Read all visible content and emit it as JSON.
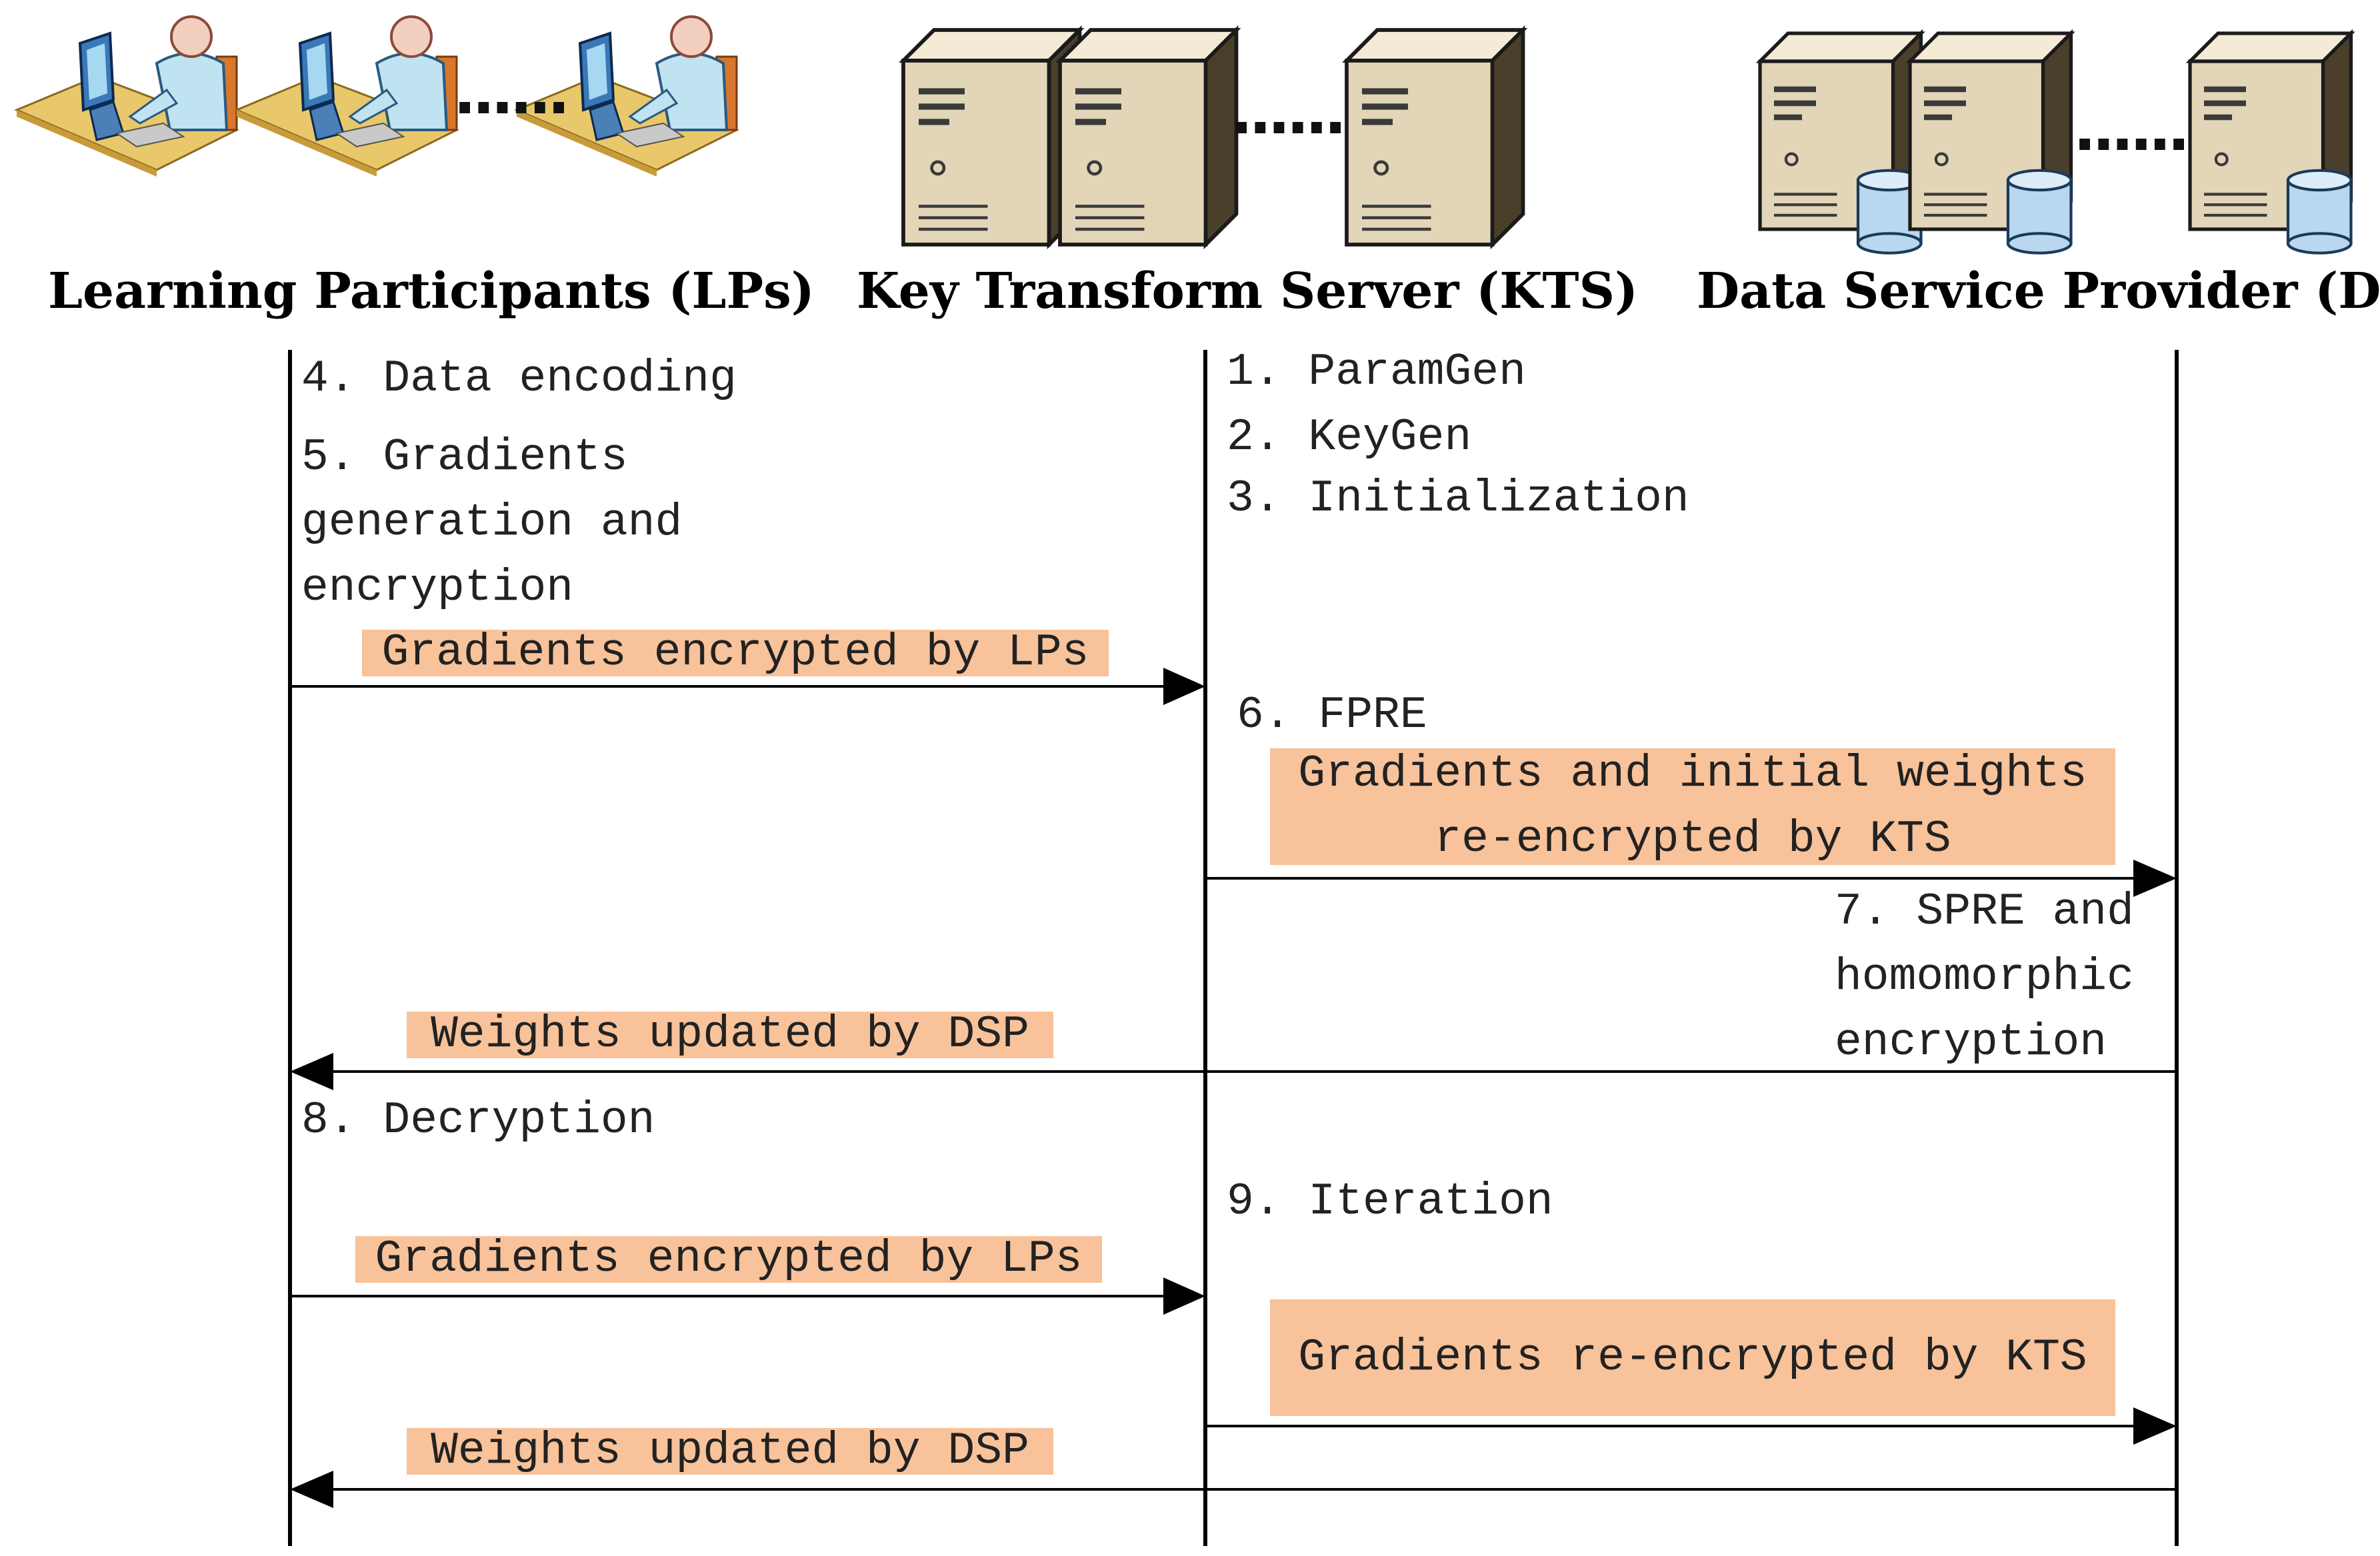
{
  "actors": {
    "lps": {
      "title": "Learning Participants (LPs)",
      "icon": "user-at-computer-icon"
    },
    "kts": {
      "title": "Key Transform  Server (KTS)",
      "icon": "server-tower-icon"
    },
    "dsp": {
      "title": "Data  Service Provider (DSP)",
      "icon": "database-server-icon"
    }
  },
  "ellipsis": "......",
  "steps": {
    "s1": "1. ParamGen",
    "s2": "2. KeyGen",
    "s3": "3. Initialization",
    "s4": "4. Data encoding",
    "s5_l1": "5. Gradients",
    "s5_l2": "generation and",
    "s5_l3": "encryption",
    "s6": "6. FPRE",
    "s7_l1": "7. SPRE and",
    "s7_l2": "homomorphic",
    "s7_l3": "encryption",
    "s8": "8. Decryption",
    "s9": "9. Iteration"
  },
  "messages": {
    "m1": "Gradients encrypted by LPs",
    "m2_l1": "Gradients and initial weights",
    "m2_l2": "re-encrypted by KTS",
    "m3": "Weights updated by DSP",
    "m4": "Gradients encrypted by LPs",
    "m5": "Gradients re-encrypted by KTS",
    "m6": "Weights updated by DSP"
  },
  "colors": {
    "message_box": "#f8c29a",
    "line": "#000000"
  }
}
